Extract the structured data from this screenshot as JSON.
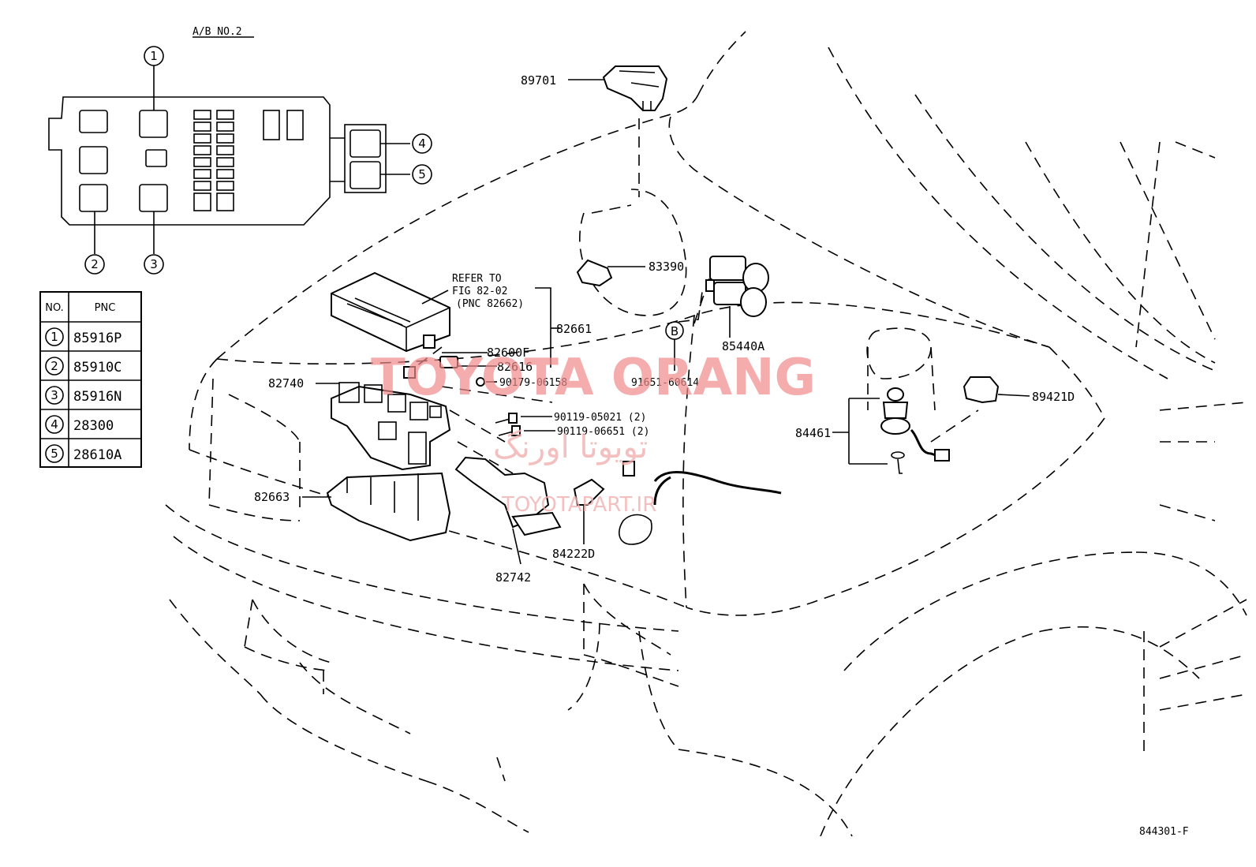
{
  "inset": {
    "title": "A/B NO.2",
    "callouts": [
      "1",
      "2",
      "3",
      "4",
      "5"
    ]
  },
  "pnc_table": {
    "headers": [
      "NO.",
      "PNC"
    ],
    "rows": [
      {
        "no": "1",
        "pnc": "85916P"
      },
      {
        "no": "2",
        "pnc": "85910C"
      },
      {
        "no": "3",
        "pnc": "85916N"
      },
      {
        "no": "4",
        "pnc": "28300"
      },
      {
        "no": "5",
        "pnc": "28610A"
      }
    ]
  },
  "refer_note": {
    "line1": "REFER TO",
    "line2": "FIG 82-02",
    "line3": "(PNC 82662)"
  },
  "parts": {
    "p89701": "89701",
    "p83390": "83390",
    "p85440A": "85440A",
    "p82661": "82661",
    "p82600F": "82600F",
    "p82616": "82616",
    "p90179": "90179-06158",
    "p91651": "91651-60614",
    "p82740": "82740",
    "p90119a": "90119-05021 (2)",
    "p90119b": "90119-06651 (2)",
    "p84461": "84461",
    "p89421D": "89421D",
    "p82663": "82663",
    "p84222D": "84222D",
    "p82742": "82742",
    "marker_b": "B"
  },
  "figure_code": "844301-F",
  "watermark": {
    "brand": "TOYOTA ORANG",
    "farsi": "تویوتا اورنگ",
    "url": "TOYOTAPART.IR"
  }
}
